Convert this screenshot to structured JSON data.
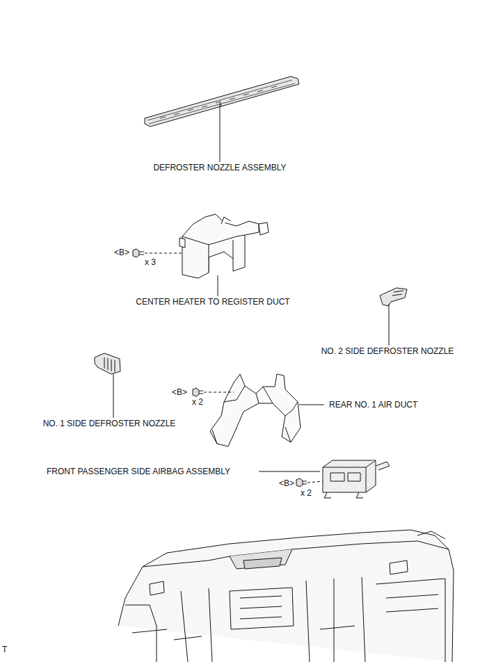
{
  "diagram": {
    "labels": [
      "DEFROSTER NOZZLE ASSEMBLY",
      "<B>",
      "x 3",
      "CENTER HEATER TO REGISTER DUCT",
      "NO. 2 SIDE DEFROSTER NOZZLE",
      "NO. 1 SIDE DEFROSTER NOZZLE",
      "<B>",
      "x 2",
      "REAR NO. 1 AIR DUCT",
      "FRONT PASSENGER SIDE AIRBAG ASSEMBLY",
      "<B>",
      "x 2",
      "T"
    ]
  }
}
